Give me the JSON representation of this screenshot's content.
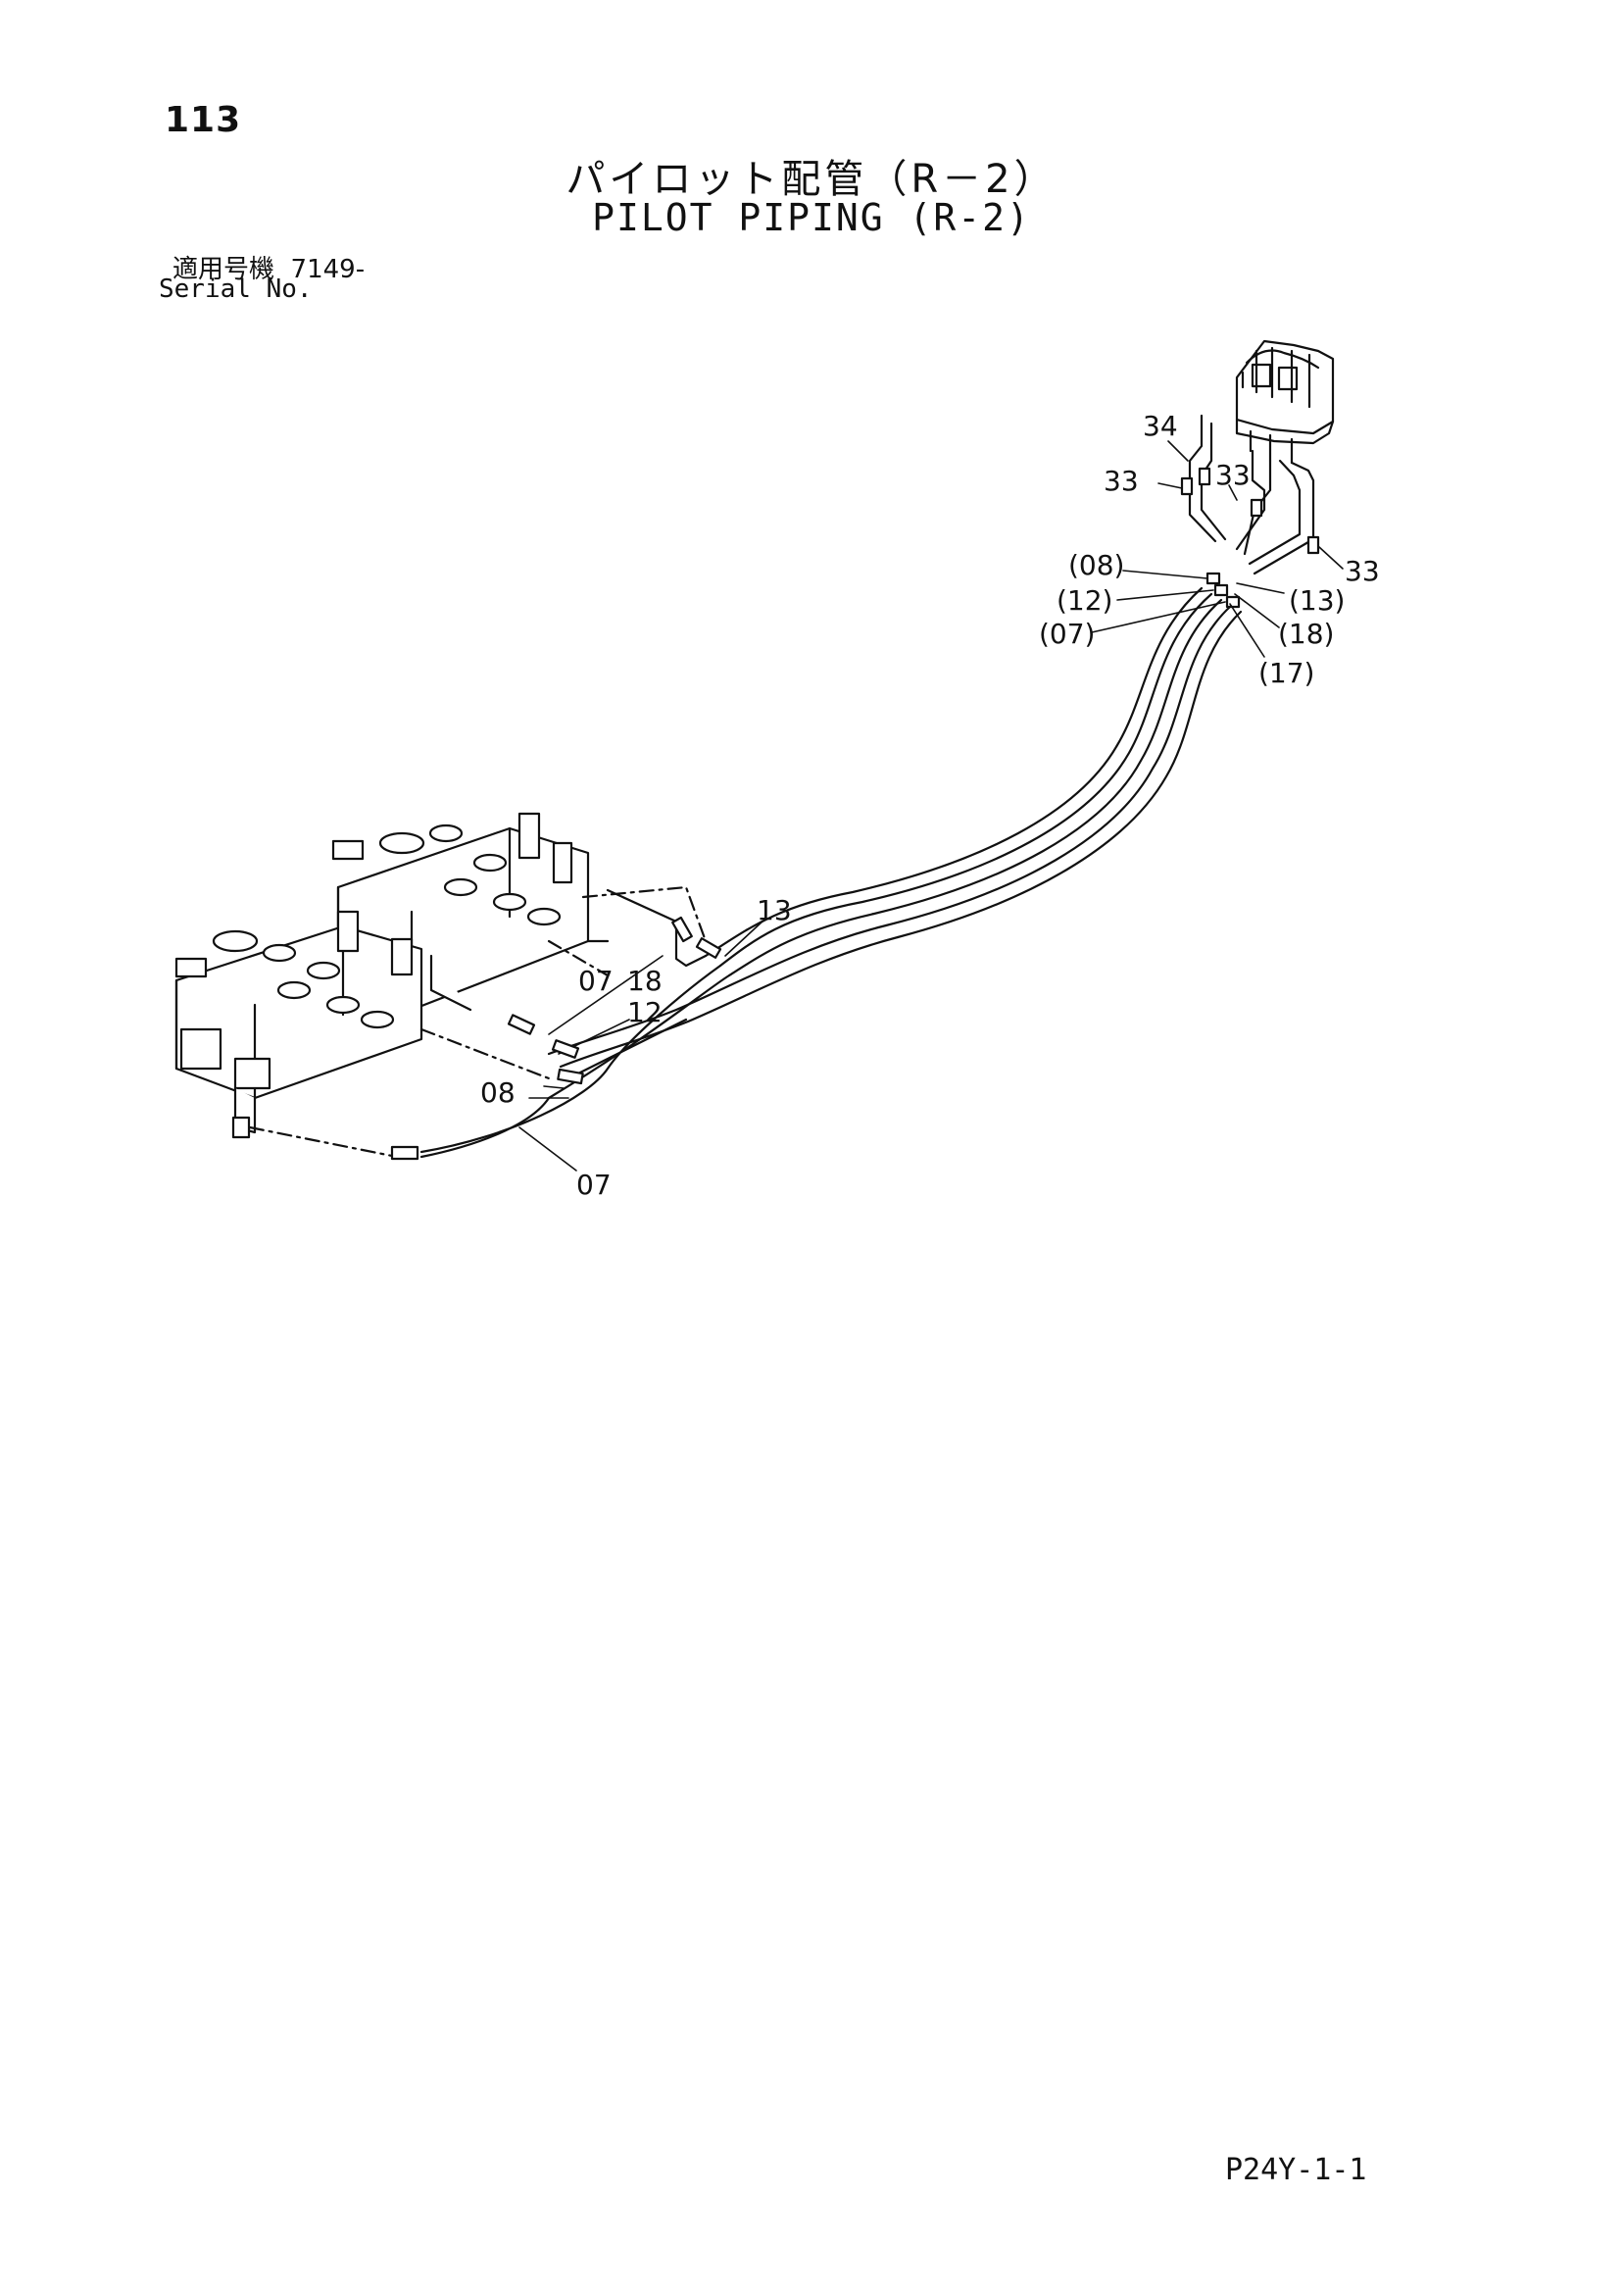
{
  "header": {
    "page_number": "113",
    "title_jp": "パイロット配管（R－2）",
    "title_en": "PILOT PIPING (R-2)",
    "serial_label_jp": "適用号機",
    "serial_value": "7149-",
    "serial_label_en": "Serial No."
  },
  "callouts": {
    "c34": "34",
    "c33a": "33",
    "c33b": "33",
    "c33c": "33",
    "p08": "(08)",
    "p12": "(12)",
    "p07": "(07)",
    "p13": "(13)",
    "p18": "(18)",
    "p17": "(17)",
    "c13": "13",
    "c07a": "07",
    "c18": "18",
    "c12": "12",
    "c08": "08",
    "c07b": "07"
  },
  "footer": {
    "code": "P24Y-1-1"
  }
}
